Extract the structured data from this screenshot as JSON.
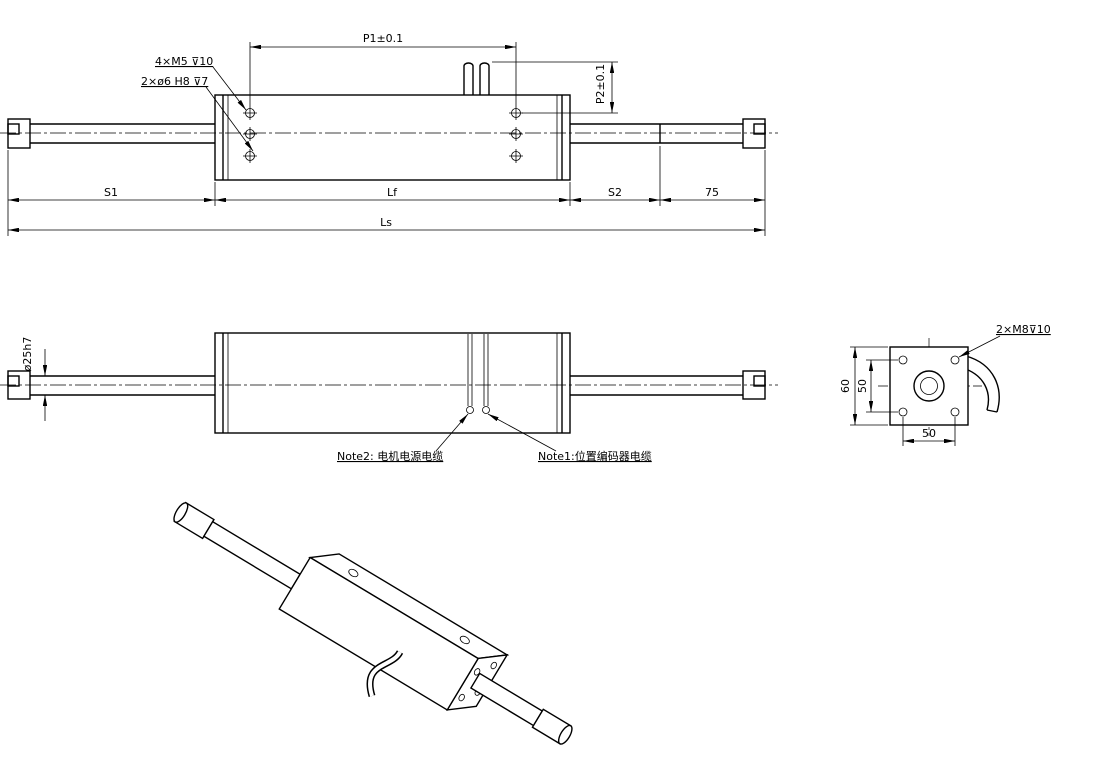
{
  "labels": {
    "front": {
      "callout_m5": "4×M5 ⊽10",
      "callout_h8": "2×ø6 H8 ⊽7",
      "dim_p1": "P1±0.1",
      "dim_p2": "P2±0.1",
      "dim_s1": "S1",
      "dim_lf": "Lf",
      "dim_s2": "S2",
      "dim_75": "75",
      "dim_ls": "Ls"
    },
    "side": {
      "dim_shaft": "ø25h7",
      "note2": "Note2: 电机电源电缆",
      "note1": "Note1:位置编码器电缆"
    },
    "end": {
      "callout_m8": "2×M8⊽10",
      "dim_60": "60",
      "dim_50v": "50",
      "dim_50h": "50"
    }
  },
  "colors": {
    "line": "#000000",
    "background": "#ffffff"
  }
}
